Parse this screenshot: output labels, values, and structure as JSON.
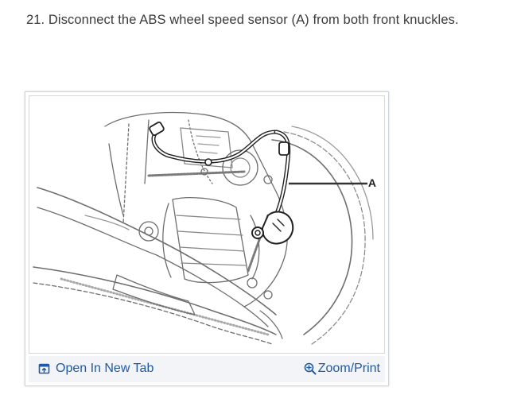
{
  "step": {
    "text": "21. Disconnect the ABS wheel speed sensor (A) from both front knuckles."
  },
  "figure": {
    "callout_label": "A",
    "open_tab_label": "Open In New Tab",
    "zoom_print_label": "Zoom/Print",
    "open_tab_icon": "open-new-tab-icon",
    "zoom_icon": "magnifier-plus-icon"
  },
  "colors": {
    "text": "#3a3a3a",
    "link": "#1f5aa6",
    "action_bar_bg": "#f2f4f7",
    "card_border": "#cfd5dc"
  }
}
